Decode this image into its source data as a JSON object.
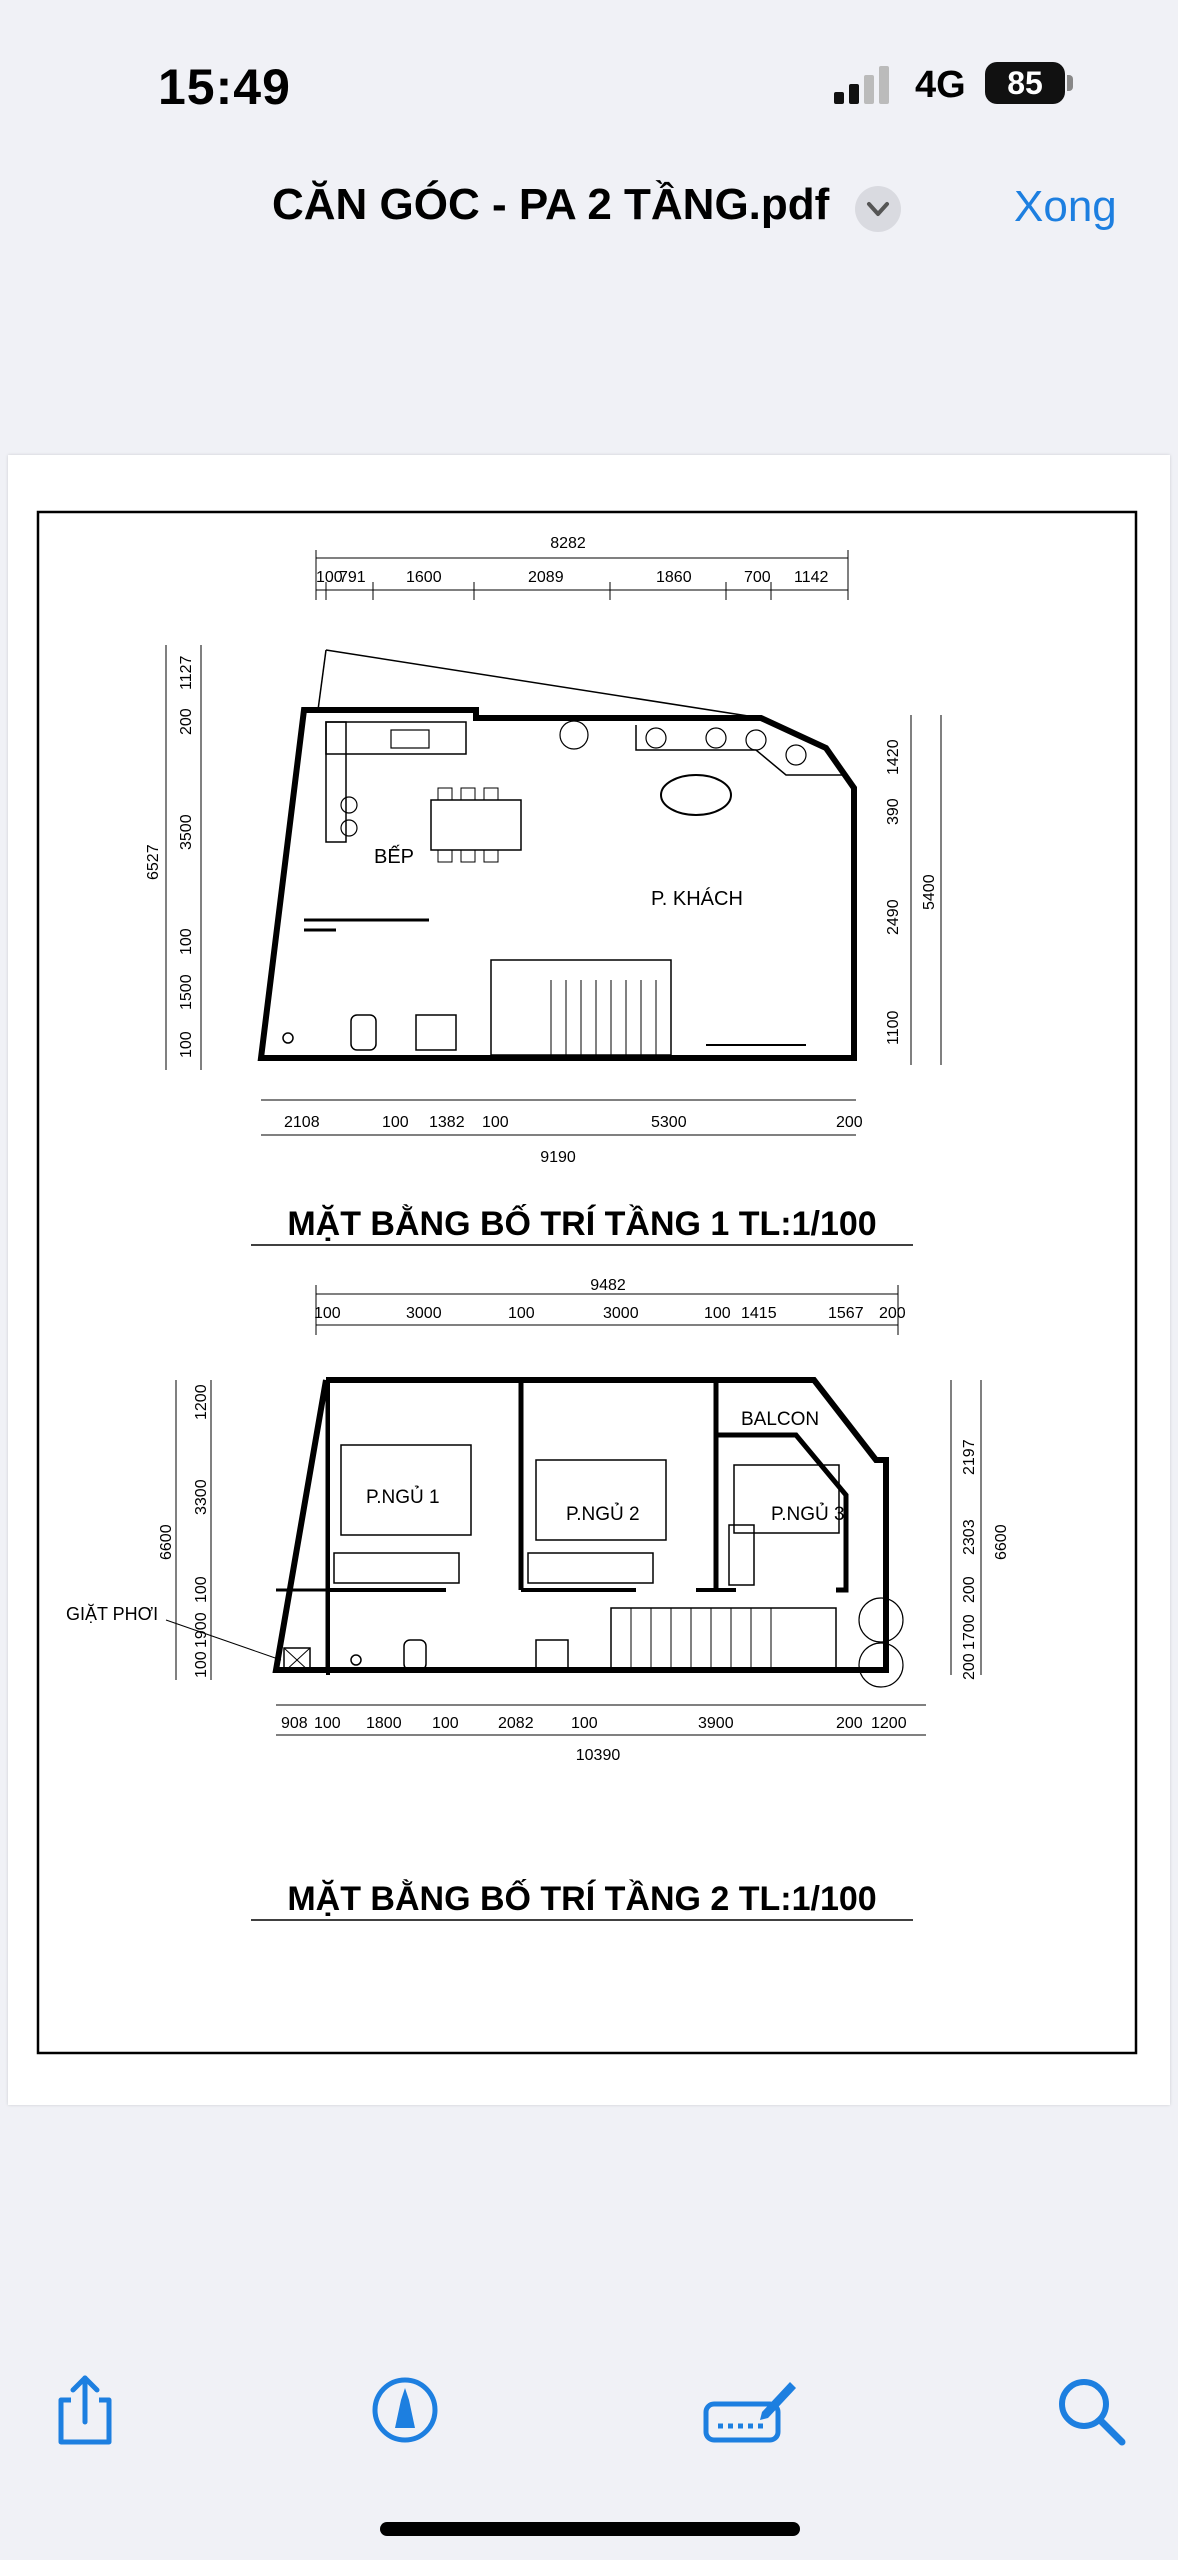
{
  "status_bar": {
    "time": "15:49",
    "network": "4G",
    "battery": "85"
  },
  "nav": {
    "title": "CĂN GÓC - PA 2 TẦNG.pdf",
    "done": "Xong"
  },
  "plan1": {
    "title": "MẶT BẰNG BỐ TRÍ TẦNG 1 TL:1/100",
    "rooms": {
      "kitchen": "BẾP",
      "living": "P. KHÁCH"
    },
    "top_total": "8282",
    "top_dims": [
      "100",
      "791",
      "1600",
      "2089",
      "1860",
      "700",
      "1142"
    ],
    "bottom_dims": [
      "2108",
      "100",
      "1382",
      "100",
      "5300",
      "200"
    ],
    "bottom_total": "9190",
    "left_dims": [
      "1127",
      "200",
      "3500",
      "100",
      "1500",
      "100"
    ],
    "left_total": "6527",
    "right_dims": [
      "1420",
      "390",
      "2490",
      "1100"
    ],
    "right_total": "5400"
  },
  "plan2": {
    "title": "MẶT BẰNG BỐ TRÍ TẦNG 2 TL:1/100",
    "rooms": {
      "bed1": "P.NGỦ 1",
      "bed2": "P.NGỦ 2",
      "bed3": "P.NGỦ 3",
      "balcony": "BALCON",
      "laundry": "GIẶT PHƠI"
    },
    "top_total": "9482",
    "top_dims": [
      "100",
      "3000",
      "100",
      "3000",
      "100",
      "1415",
      "1567",
      "200"
    ],
    "bottom_dims": [
      "908",
      "100",
      "1800",
      "100",
      "2082",
      "100",
      "3900",
      "200",
      "1200"
    ],
    "bottom_total": "10390",
    "left_dims": [
      "1200",
      "3300",
      "100",
      "1900",
      "100"
    ],
    "left_total": "6600",
    "right_dims": [
      "2197",
      "2303",
      "200",
      "1700",
      "200"
    ],
    "right_total": "6600"
  },
  "toolbar": {
    "icons": [
      "share-icon",
      "markup-icon",
      "signature-icon",
      "search-icon"
    ]
  }
}
